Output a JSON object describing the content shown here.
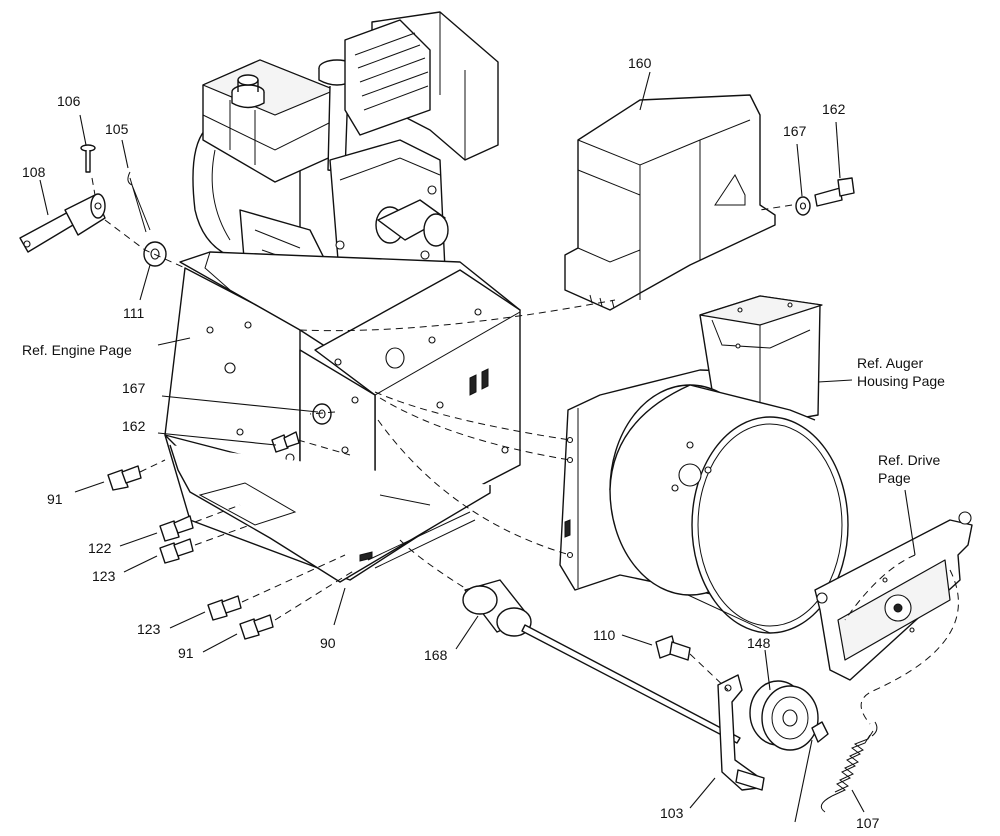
{
  "labels": {
    "p106": "106",
    "p105": "105",
    "p108": "108",
    "p111": "111",
    "p160": "160",
    "p167_top": "167",
    "p162_top": "162",
    "ref_engine": "Ref. Engine Page",
    "p167_mid": "167",
    "p162_mid": "162",
    "ref_auger_1": "Ref. Auger",
    "ref_auger_2": "Housing Page",
    "ref_drive_1": "Ref. Drive",
    "ref_drive_2": "Page",
    "p91_a": "91",
    "p122": "122",
    "p123_a": "123",
    "p123_b": "123",
    "p91_b": "91",
    "p90": "90",
    "p168": "168",
    "p110": "110",
    "p148": "148",
    "p103": "103",
    "p107": "107"
  }
}
